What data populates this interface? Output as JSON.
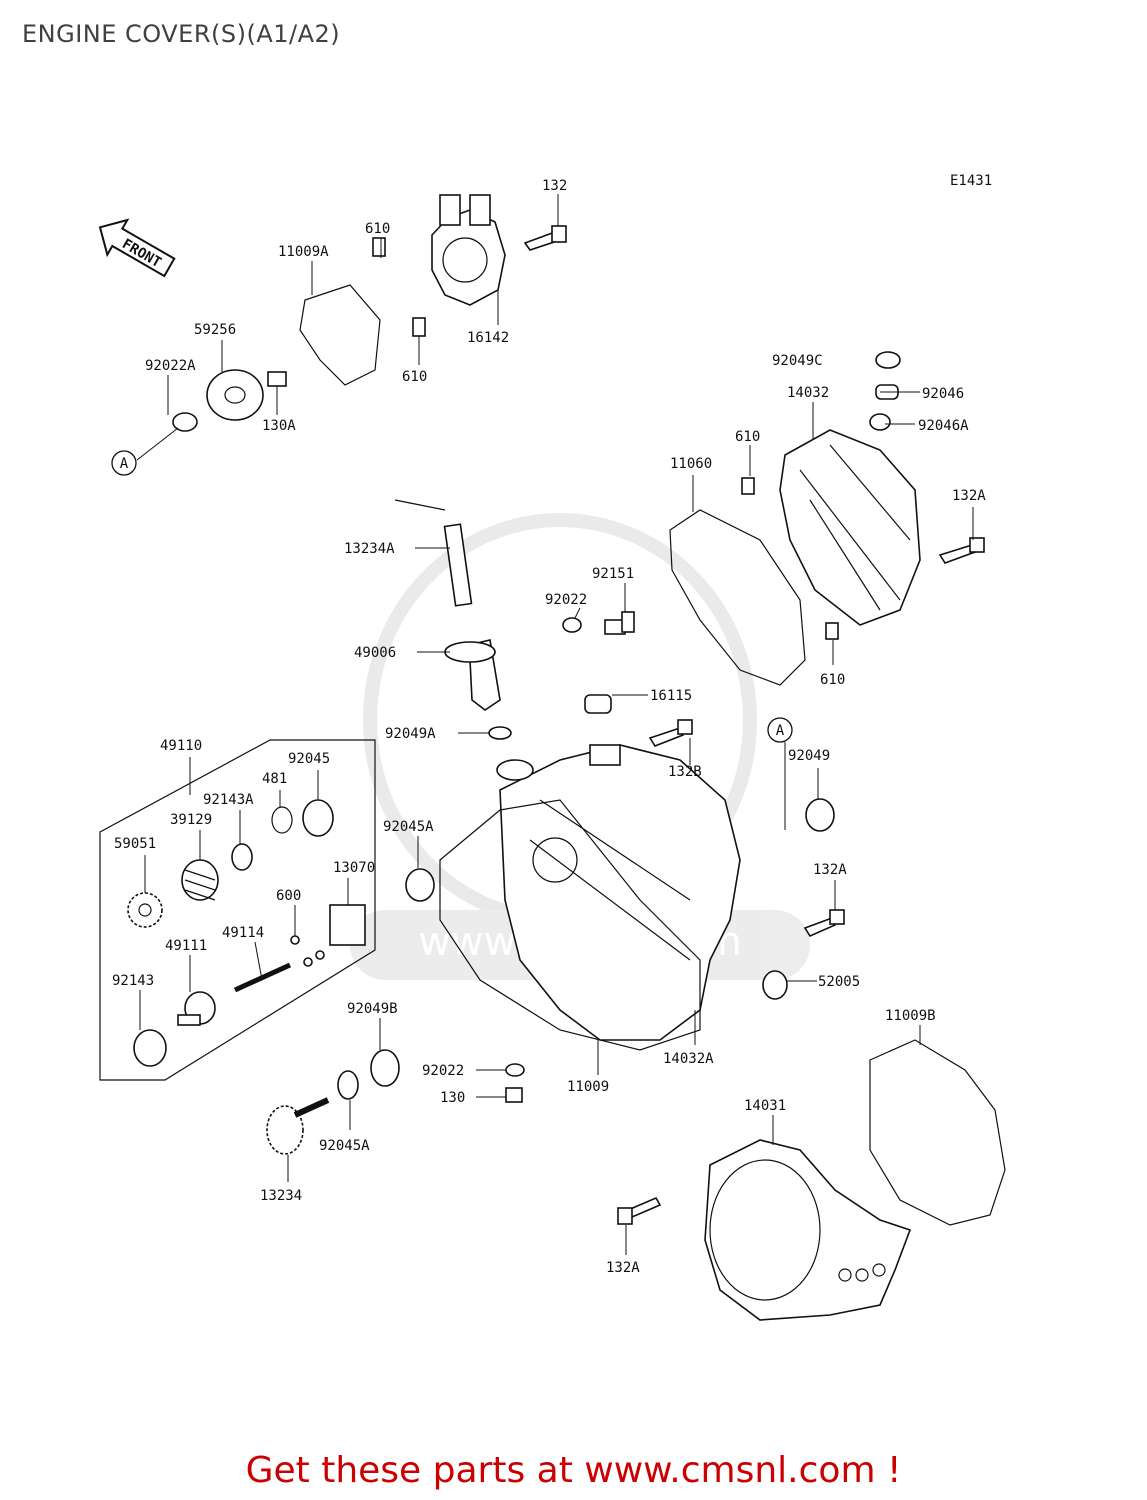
{
  "title": "ENGINE COVER(S)(A1/A2)",
  "diagram_code": "E1431",
  "front_label": "FRONT",
  "ref_marker": "A",
  "watermark": "www.cmsnl.com",
  "footer": "Get these parts at www.cmsnl.com !",
  "parts": [
    "132",
    "610",
    "11009A",
    "16142",
    "59256",
    "92022A",
    "130A",
    "610",
    "92049C",
    "14032",
    "92046",
    "92046A",
    "610",
    "11060",
    "132A",
    "13234A",
    "92151",
    "92022",
    "49006",
    "16115",
    "92049A",
    "132B",
    "92049",
    "49110",
    "92045",
    "481",
    "92143A",
    "39129",
    "59051",
    "92045A",
    "13070",
    "600",
    "49111",
    "49114",
    "132A",
    "52005",
    "92143",
    "92049B",
    "11009B",
    "92022",
    "11009",
    "14032A",
    "130",
    "14031",
    "92045A",
    "13234",
    "132A",
    "610"
  ],
  "colors": {
    "title": "#404040",
    "footer": "#cc0000",
    "line": "#111111"
  }
}
